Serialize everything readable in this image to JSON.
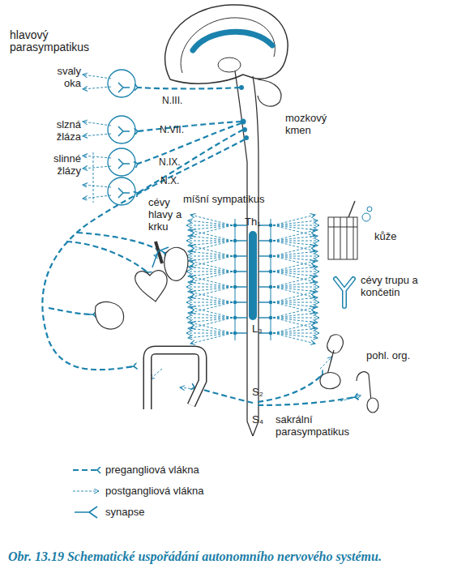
{
  "diagram": {
    "caption": "Obr. 13.19 Schematické uspořádání autonomního nervového systému.",
    "labels": [
      "hlavový parasympatikus",
      "svaly oka",
      "slzná žláza",
      "slinné žlázy",
      "N.III.",
      "N.VII.",
      "N.IX.",
      "N.X.",
      "mozkový kmen",
      "míšní sympatikus",
      "cévy hlavy a krku",
      "kůže",
      "cévy trupu a končetin",
      "Th₁",
      "L₃",
      "pohl. org.",
      "S₂",
      "S₄",
      "sakrální parasympatikus"
    ],
    "legend": [
      {
        "text": "pregangliová vlákna"
      },
      {
        "text": "postgangliová vlákna"
      },
      {
        "text": "synapse"
      }
    ]
  }
}
